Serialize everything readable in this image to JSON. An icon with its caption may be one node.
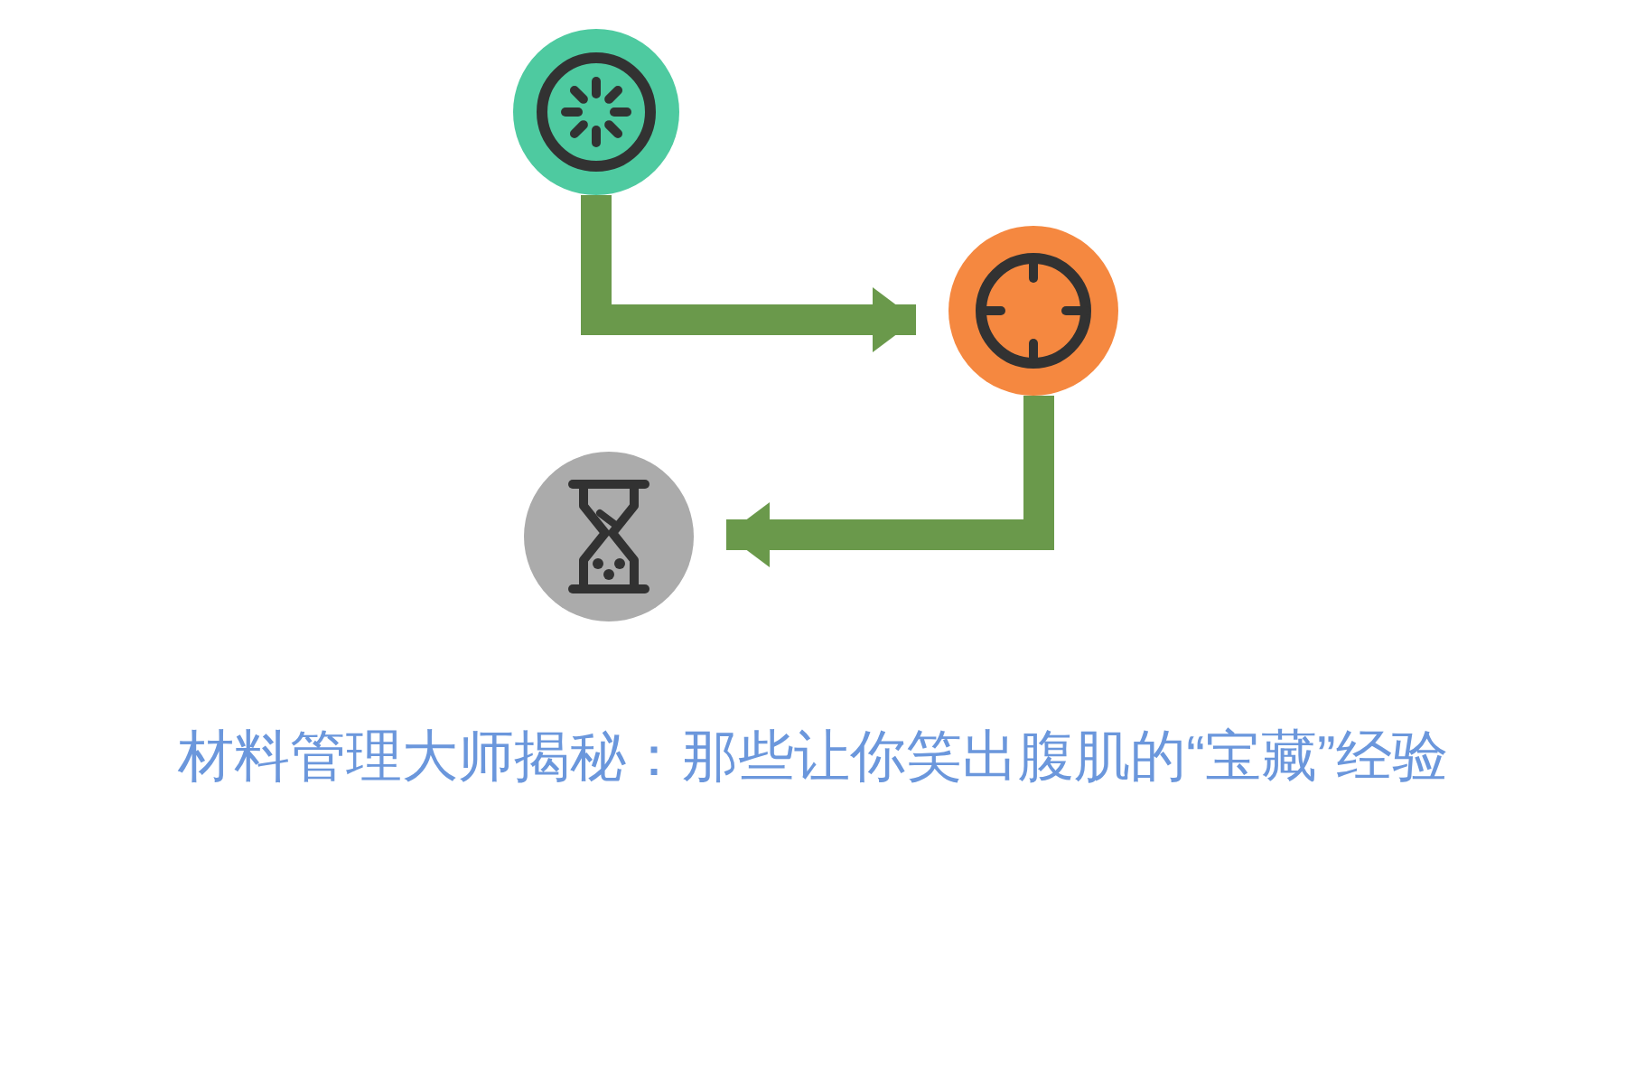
{
  "diagram": {
    "title": "材料管理大师揭秘：那些让你笑出腹肌的“宝藏”经验",
    "nodes": [
      {
        "text": [],
        "shape": "circle"
      },
      {
        "text": [],
        "shape": "circle"
      },
      {
        "text": [],
        "shape": "circle"
      }
    ],
    "edges": [
      {
        "from": 0,
        "to": 1,
        "arrow": "to"
      },
      {
        "from": 1,
        "to": 2,
        "arrow": "to"
      }
    ]
  }
}
